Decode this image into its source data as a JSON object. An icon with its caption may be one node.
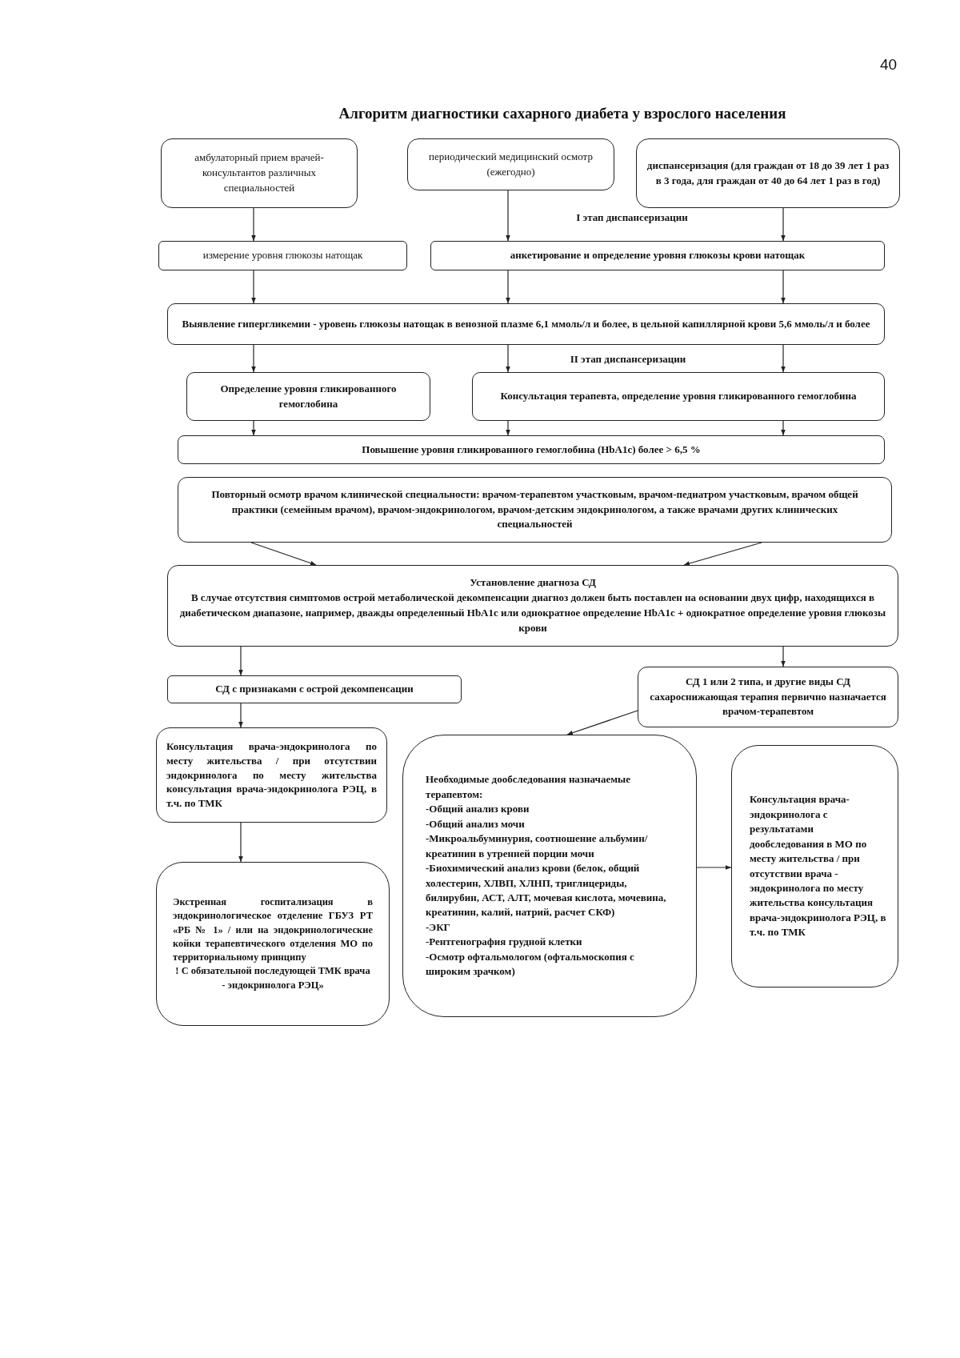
{
  "diagram": {
    "title": "Алгоритм диагностики сахарного диабета у взрослого населения",
    "nodes": [
      {
        "text": [
          "амбулаторный прием врачей-консультантов различных специальностей"
        ]
      },
      {
        "text": [
          "периодический медицинский осмотр (ежегодно)"
        ]
      },
      {
        "text": [
          "диспансеризация (для граждан от 18 до 39 лет 1 раз в 3 года, для граждан от 40 до 64 лет 1 раз в год)"
        ]
      },
      {
        "text": [
          "измерение уровня глюкозы натощак"
        ]
      },
      {
        "text": [
          "анкетирование и определение уровня глюкозы крови натощак"
        ]
      },
      {
        "text": [
          "Выявление гипергликемии - уровень глюкозы натощак в венозной плазме 6,1 ммоль/л и более, в цельной капиллярной крови 5,6 ммоль/л и более"
        ]
      },
      {
        "text": [
          "Определение уровня гликированного гемоглобина"
        ]
      },
      {
        "text": [
          "Консультация терапевта, определение уровня гликированного гемоглобина"
        ]
      },
      {
        "text": [
          "Повышение уровня гликированного гемоглобина (HbA1c) более > 6,5 %"
        ]
      },
      {
        "text": [
          "Повторный осмотр врачом клинической специальности: врачом-терапевтом участковым, врачом-педиатром участковым, врачом общей практики (семейным врачом), врачом-эндокринологом, врачом-детским эндокринологом, а также врачами других клинических специальностей"
        ]
      },
      {
        "text": [
          "Установление диагноза СД",
          "В случае отсутствия симптомов острой метаболической декомпенсации диагноз должен быть поставлен на основании двух цифр, находящихся в диабетическом диапазоне, например, дважды определенный HbA1c или однократное определение HbA1c + однократное определение уровня глюкозы крови"
        ]
      },
      {
        "text": [
          "СД с признаками с острой декомпенсации"
        ]
      },
      {
        "text": [
          "СД 1 или 2 типа, и другие виды СД сахароснижающая терапия первично назначается врачом-терапевтом"
        ]
      },
      {
        "text": [
          "Консультация врача-эндокринолога по месту жительства / при отсутствии эндокринолога по месту жительства консультация врача-эндокринолога РЭЦ, в т.ч. по ТМК"
        ]
      },
      {
        "text": [
          "Экстренная госпитализация в эндокринологическое отделение ГБУЗ РТ «РБ № 1» / или на эндокринологические койки терапевтического отделения МО по территориальному принципу",
          "! С обязательной последующей ТМК врача - эндокринолога РЭЦ»"
        ]
      },
      {
        "text": [
          "Необходимые дообследования назначаемые терапевтом:",
          "-Общий анализ крови",
          "-Общий анализ мочи",
          "-Микроальбуминурия, соотношение альбумин/креатинин в утренней порции мочи",
          "-Биохимический анализ крови (белок, общий холестерин, ХЛВП, ХЛНП, триглицериды, билирубин, АСТ, АЛТ, мочевая кислота, мочевина, креатинин, калий, натрий, расчет СКФ)",
          "-ЭКГ",
          "-Рентгенография грудной клетки",
          "-Осмотр офтальмологом (офтальмоскопия с широким зрачком)"
        ]
      },
      {
        "text": [
          "Консультация врача-эндокринолога с результатами дообследования в МО по месту жительства / при отсутствии врача - эндокринолога по месту жительства консультация врача-эндокринолога РЭЦ, в т.ч. по ТМК"
        ]
      }
    ],
    "edges": [
      {
        "from": 0,
        "to": 3,
        "arrow": "to"
      },
      {
        "from": 1,
        "to": 4,
        "arrow": "to"
      },
      {
        "from": 2,
        "to": 4,
        "arrow": "to"
      },
      {
        "from": 3,
        "to": 5,
        "arrow": "to"
      },
      {
        "from": 4,
        "to": 5,
        "arrow": "to"
      },
      {
        "from": 4,
        "to": 5,
        "arrow": "to"
      },
      {
        "from": 5,
        "to": 6,
        "arrow": "to"
      },
      {
        "from": 5,
        "to": 7,
        "arrow": "to"
      },
      {
        "from": 5,
        "to": 7,
        "arrow": "to"
      },
      {
        "from": 6,
        "to": 8,
        "arrow": "to"
      },
      {
        "from": 7,
        "to": 8,
        "arrow": "to"
      },
      {
        "from": 7,
        "to": 8,
        "arrow": "to"
      },
      {
        "from": 9,
        "to": 10,
        "arrow": "to"
      },
      {
        "from": 9,
        "to": 10,
        "arrow": "to"
      },
      {
        "from": 10,
        "to": 11,
        "arrow": "to"
      },
      {
        "from": 10,
        "to": 12,
        "arrow": "to"
      },
      {
        "from": 11,
        "to": 13,
        "arrow": "to"
      },
      {
        "from": 12,
        "to": 15,
        "arrow": "to"
      },
      {
        "from": 13,
        "to": 14,
        "arrow": "to"
      },
      {
        "from": 15,
        "to": 16,
        "arrow": "to"
      }
    ],
    "labels": [
      "40",
      "I этап диспансеризации",
      "II этап диспансеризации"
    ]
  }
}
